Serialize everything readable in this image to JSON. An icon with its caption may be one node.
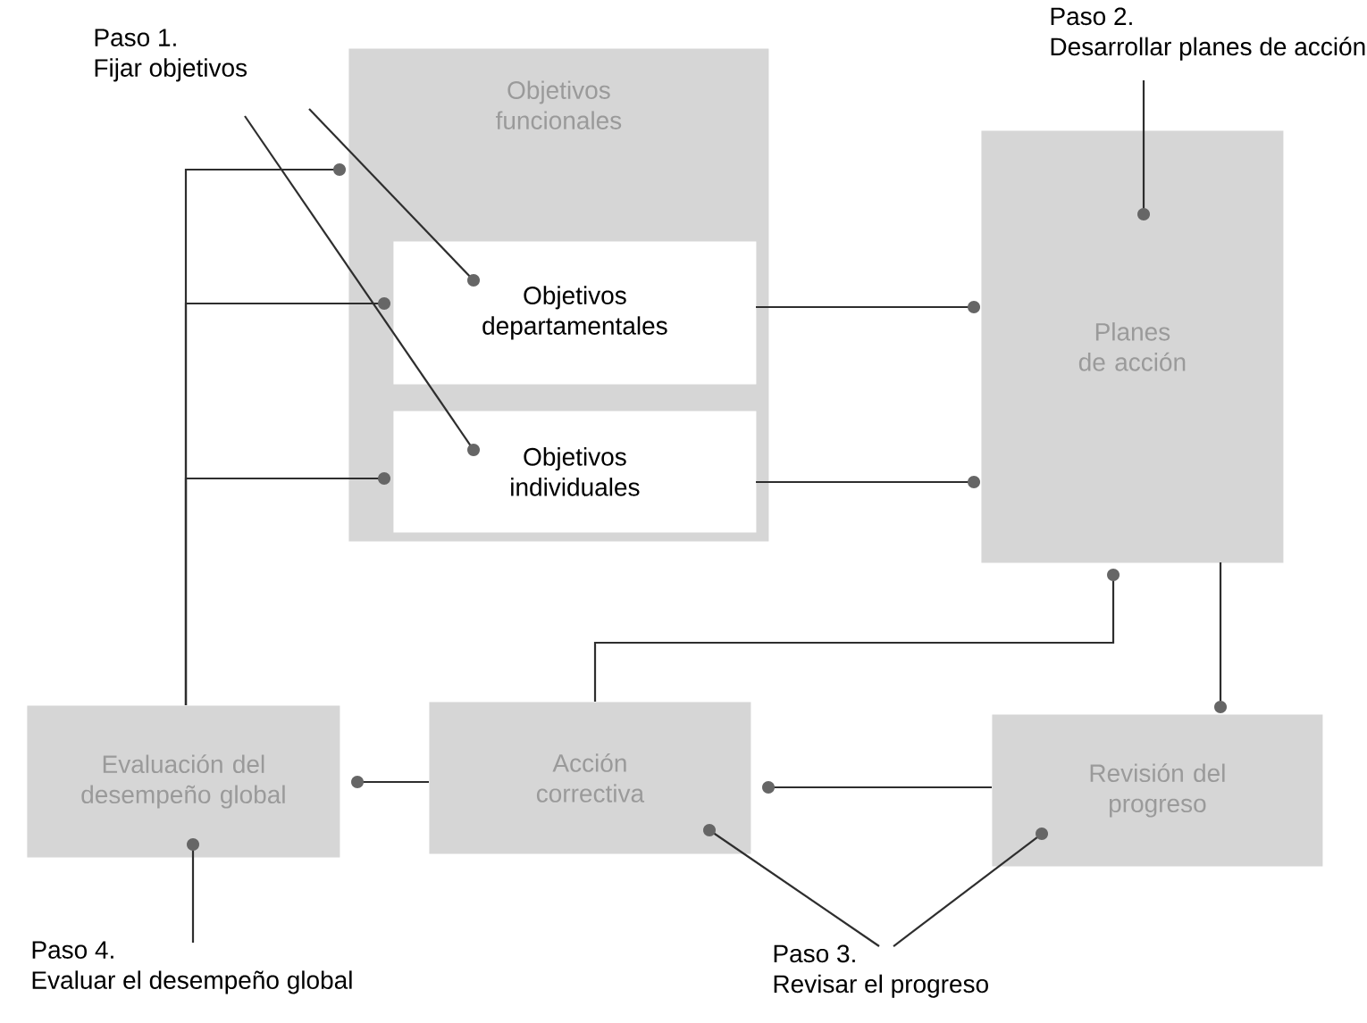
{
  "diagram": {
    "nodes": [
      {
        "text": [
          "Objetivos funcionales"
        ]
      },
      {
        "text": [
          "Objetivos departamentales"
        ],
        "in": 0
      },
      {
        "text": [
          "Objetivos individuales"
        ],
        "in": 0
      },
      {
        "text": [
          "Planes de acción"
        ]
      },
      {
        "text": [
          "Evaluación del desempeño global"
        ]
      },
      {
        "text": [
          "Acción correctiva"
        ]
      },
      {
        "text": [
          "Revisión del progreso"
        ]
      },
      {
        "text": [
          "Paso 1.",
          "Fijar objetivos"
        ]
      },
      {
        "text": [
          "Paso 2.",
          "Desarrollar planes de acción"
        ]
      },
      {
        "text": [
          "Paso 3.",
          "Revisar el progreso"
        ]
      },
      {
        "text": [
          "Paso 4.",
          "Evaluar el desempeño global"
        ]
      }
    ],
    "edges": [
      {
        "from": 7,
        "to": 1,
        "arrow": "other"
      },
      {
        "from": 7,
        "to": 2,
        "arrow": "other"
      },
      {
        "from": 8,
        "to": 3,
        "arrow": "other"
      },
      {
        "from": 9,
        "to": 5,
        "arrow": "other"
      },
      {
        "from": 9,
        "to": 6,
        "arrow": "other"
      },
      {
        "from": 10,
        "to": 4,
        "arrow": "other"
      },
      {
        "from": 1,
        "to": 3,
        "arrow": "other"
      },
      {
        "from": 2,
        "to": 3,
        "arrow": "other"
      },
      {
        "from": 3,
        "to": 6,
        "arrow": "other"
      },
      {
        "from": 5,
        "to": 3,
        "arrow": "other"
      },
      {
        "from": 6,
        "to": 5,
        "arrow": "other"
      },
      {
        "from": 5,
        "to": 4,
        "arrow": "other"
      },
      {
        "from": 4,
        "to": 0,
        "arrow": "other"
      },
      {
        "from": 4,
        "to": 1,
        "arrow": "other"
      },
      {
        "from": 4,
        "to": 2,
        "arrow": "other"
      }
    ]
  }
}
